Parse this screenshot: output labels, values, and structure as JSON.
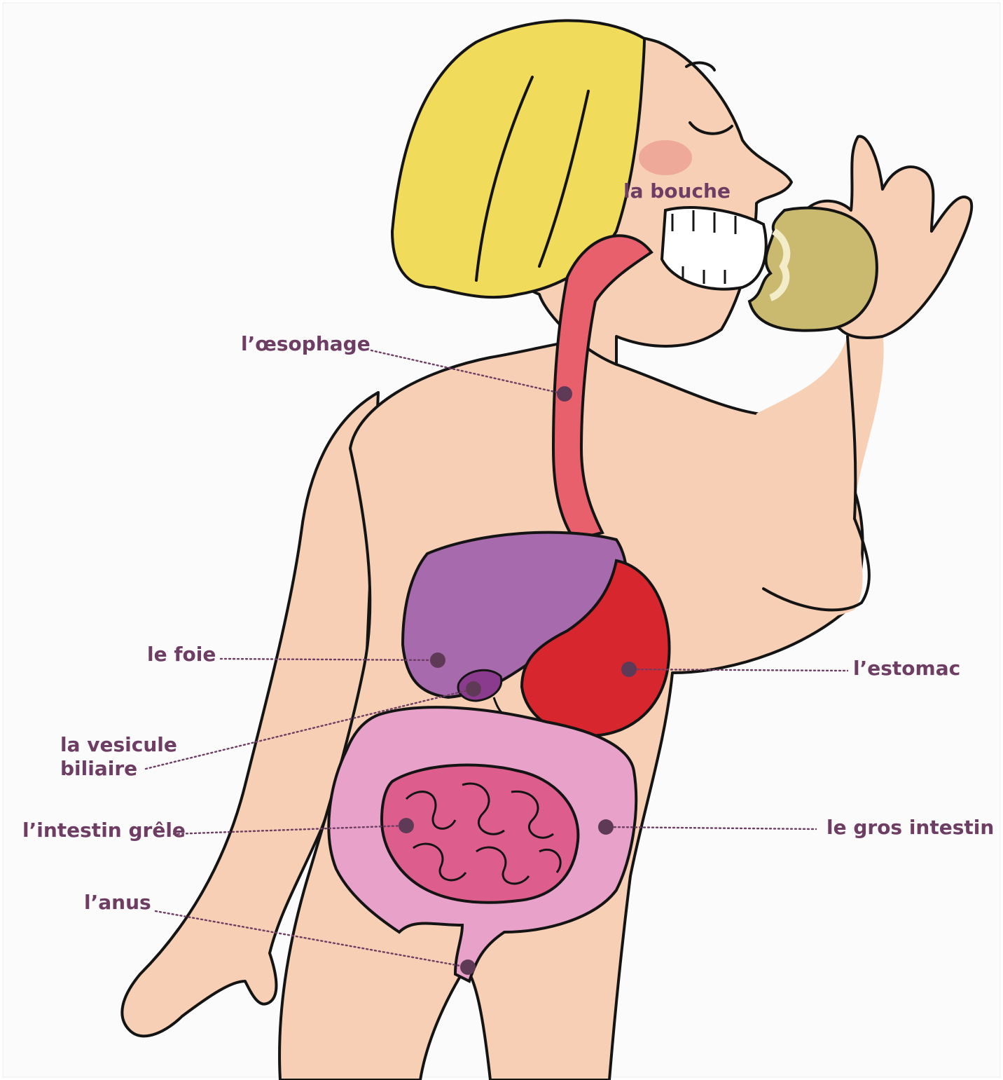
{
  "labels": {
    "mouth": "la bouche",
    "esophagus": "l’œsophage",
    "liver": "le foie",
    "stomach": "l’estomac",
    "gallbladder_line1": "la vesicule",
    "gallbladder_line2": "biliaire",
    "small_intestine": "l’intestin grêle",
    "large_intestine": "le gros intestin",
    "anus": "l’anus"
  },
  "colors": {
    "label_text": "#6e3d63",
    "skin": "#f6cfb4",
    "hair": "#f1db5a",
    "esophagus": "#e7606c",
    "liver": "#a76aac",
    "stomach": "#d7262e",
    "gallbladder": "#8b3b8e",
    "small_intestine": "#dd5e8c",
    "large_intestine": "#e8a2c9",
    "apple": "#c9ba6f"
  }
}
